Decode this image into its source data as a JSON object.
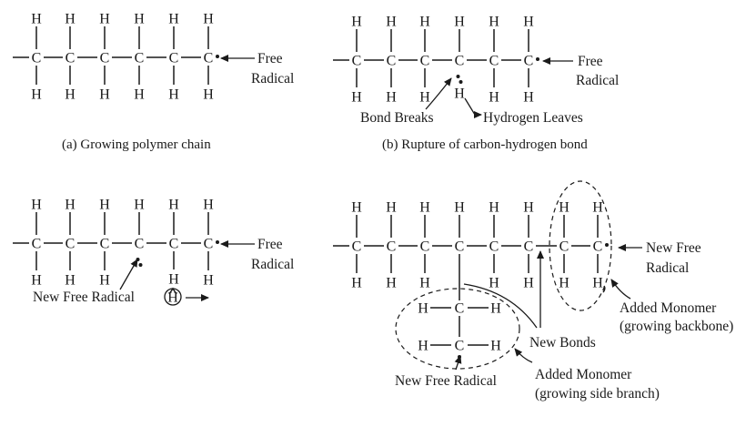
{
  "atoms": {
    "carbon": "C",
    "hydrogen": "H"
  },
  "panel_a": {
    "free_radical_label": [
      "Free",
      "Radical"
    ],
    "caption": "(a) Growing polymer chain"
  },
  "panel_b": {
    "free_radical_label": [
      "Free",
      "Radical"
    ],
    "bond_breaks_label": "Bond Breaks",
    "hydrogen_leaves_label": "Hydrogen Leaves",
    "caption": "(b) Rupture of carbon-hydrogen bond"
  },
  "panel_c": {
    "free_radical_label": [
      "Free",
      "Radical"
    ],
    "new_free_radical_label": "New Free Radical"
  },
  "panel_d": {
    "new_free_radical_right_label": [
      "New Free",
      "Radical"
    ],
    "added_monomer_backbone_label": [
      "Added Monomer",
      "(growing backbone)"
    ],
    "new_bonds_label": "New Bonds",
    "new_free_radical_bottom_label": "New Free Radical",
    "added_monomer_branch_label": [
      "Added Monomer",
      "(growing side branch)"
    ]
  }
}
